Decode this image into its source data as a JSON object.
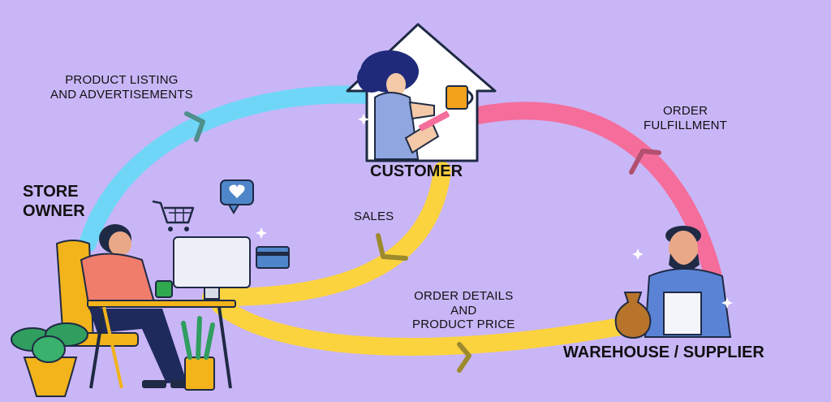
{
  "actors": {
    "store_owner_line1": "STORE",
    "store_owner_line2": "OWNER",
    "customer": "CUSTOMER",
    "warehouse": "WAREHOUSE / SUPPLIER"
  },
  "flows": {
    "listing_line1": "PRODUCT LISTING",
    "listing_line2": "AND ADVERTISEMENTS",
    "fulfillment_line1": "ORDER",
    "fulfillment_line2": "FULFILLMENT",
    "sales": "SALES",
    "details_line1": "ORDER DETAILS",
    "details_line2": "AND",
    "details_line3": "PRODUCT PRICE"
  },
  "colors": {
    "background": "#c9b6f7",
    "listing_arrow": "#6fd6f7",
    "fulfillment_arrow": "#f46d9b",
    "sales_arrow": "#fbd33f",
    "details_arrow": "#fbd33f"
  },
  "icons": [
    "heart-chat-icon",
    "shopping-cart-icon",
    "credit-card-icon",
    "sparkle-icon"
  ]
}
